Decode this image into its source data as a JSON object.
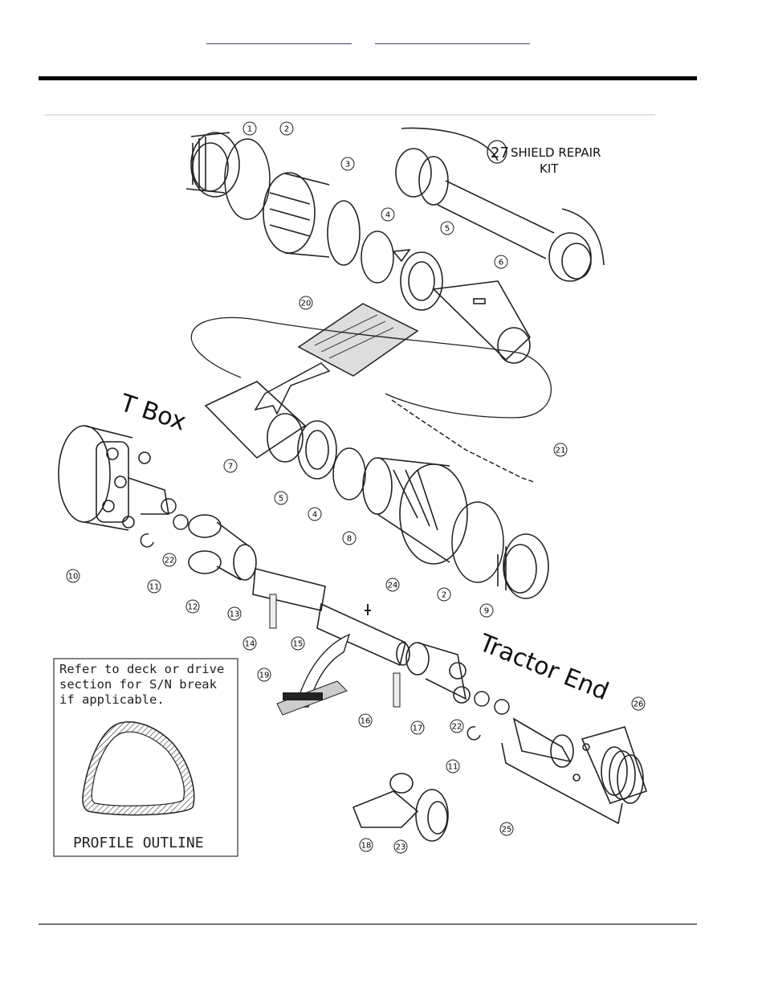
{
  "header": {
    "link_left": "",
    "link_right": ""
  },
  "diagram": {
    "kit_callout_number": "27",
    "kit_label_line1": "SHIELD REPAIR",
    "kit_label_line2": "KIT",
    "label_t_box": "T Box",
    "label_tractor_end": "Tractor End",
    "inset_note": "Refer to deck or drive section for S/N break if applicable.",
    "inset_caption": "PROFILE OUTLINE",
    "callouts": [
      "1",
      "2",
      "3",
      "4",
      "5",
      "6",
      "20",
      "7",
      "5",
      "4",
      "8",
      "21",
      "10",
      "22",
      "11",
      "12",
      "13",
      "2",
      "9",
      "24",
      "14",
      "15",
      "19",
      "16",
      "17",
      "22",
      "26",
      "11",
      "18",
      "23",
      "25"
    ]
  }
}
